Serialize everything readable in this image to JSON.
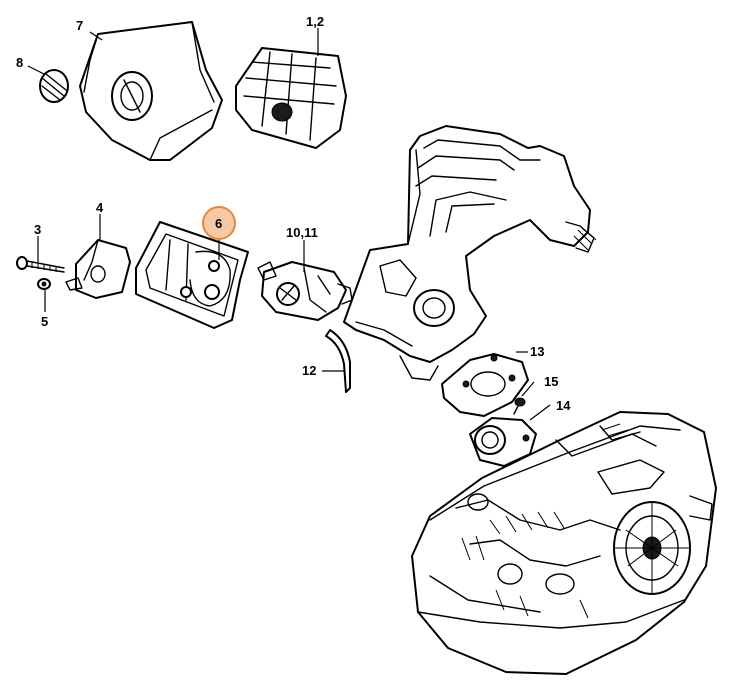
{
  "diagram": {
    "highlight_color": "#e8873a",
    "highlight_fill": "#f6c9a6",
    "callouts": [
      {
        "id": "c7",
        "text": "7"
      },
      {
        "id": "c12a",
        "text": "1,2"
      },
      {
        "id": "c8",
        "text": "8"
      },
      {
        "id": "c3",
        "text": "3"
      },
      {
        "id": "c4",
        "text": "4"
      },
      {
        "id": "c5",
        "text": "5"
      },
      {
        "id": "c6",
        "text": "6",
        "highlighted": true
      },
      {
        "id": "c1011",
        "text": "10,11"
      },
      {
        "id": "c12",
        "text": "12"
      },
      {
        "id": "c13",
        "text": "13"
      },
      {
        "id": "c15",
        "text": "15"
      },
      {
        "id": "c14",
        "text": "14"
      }
    ]
  }
}
